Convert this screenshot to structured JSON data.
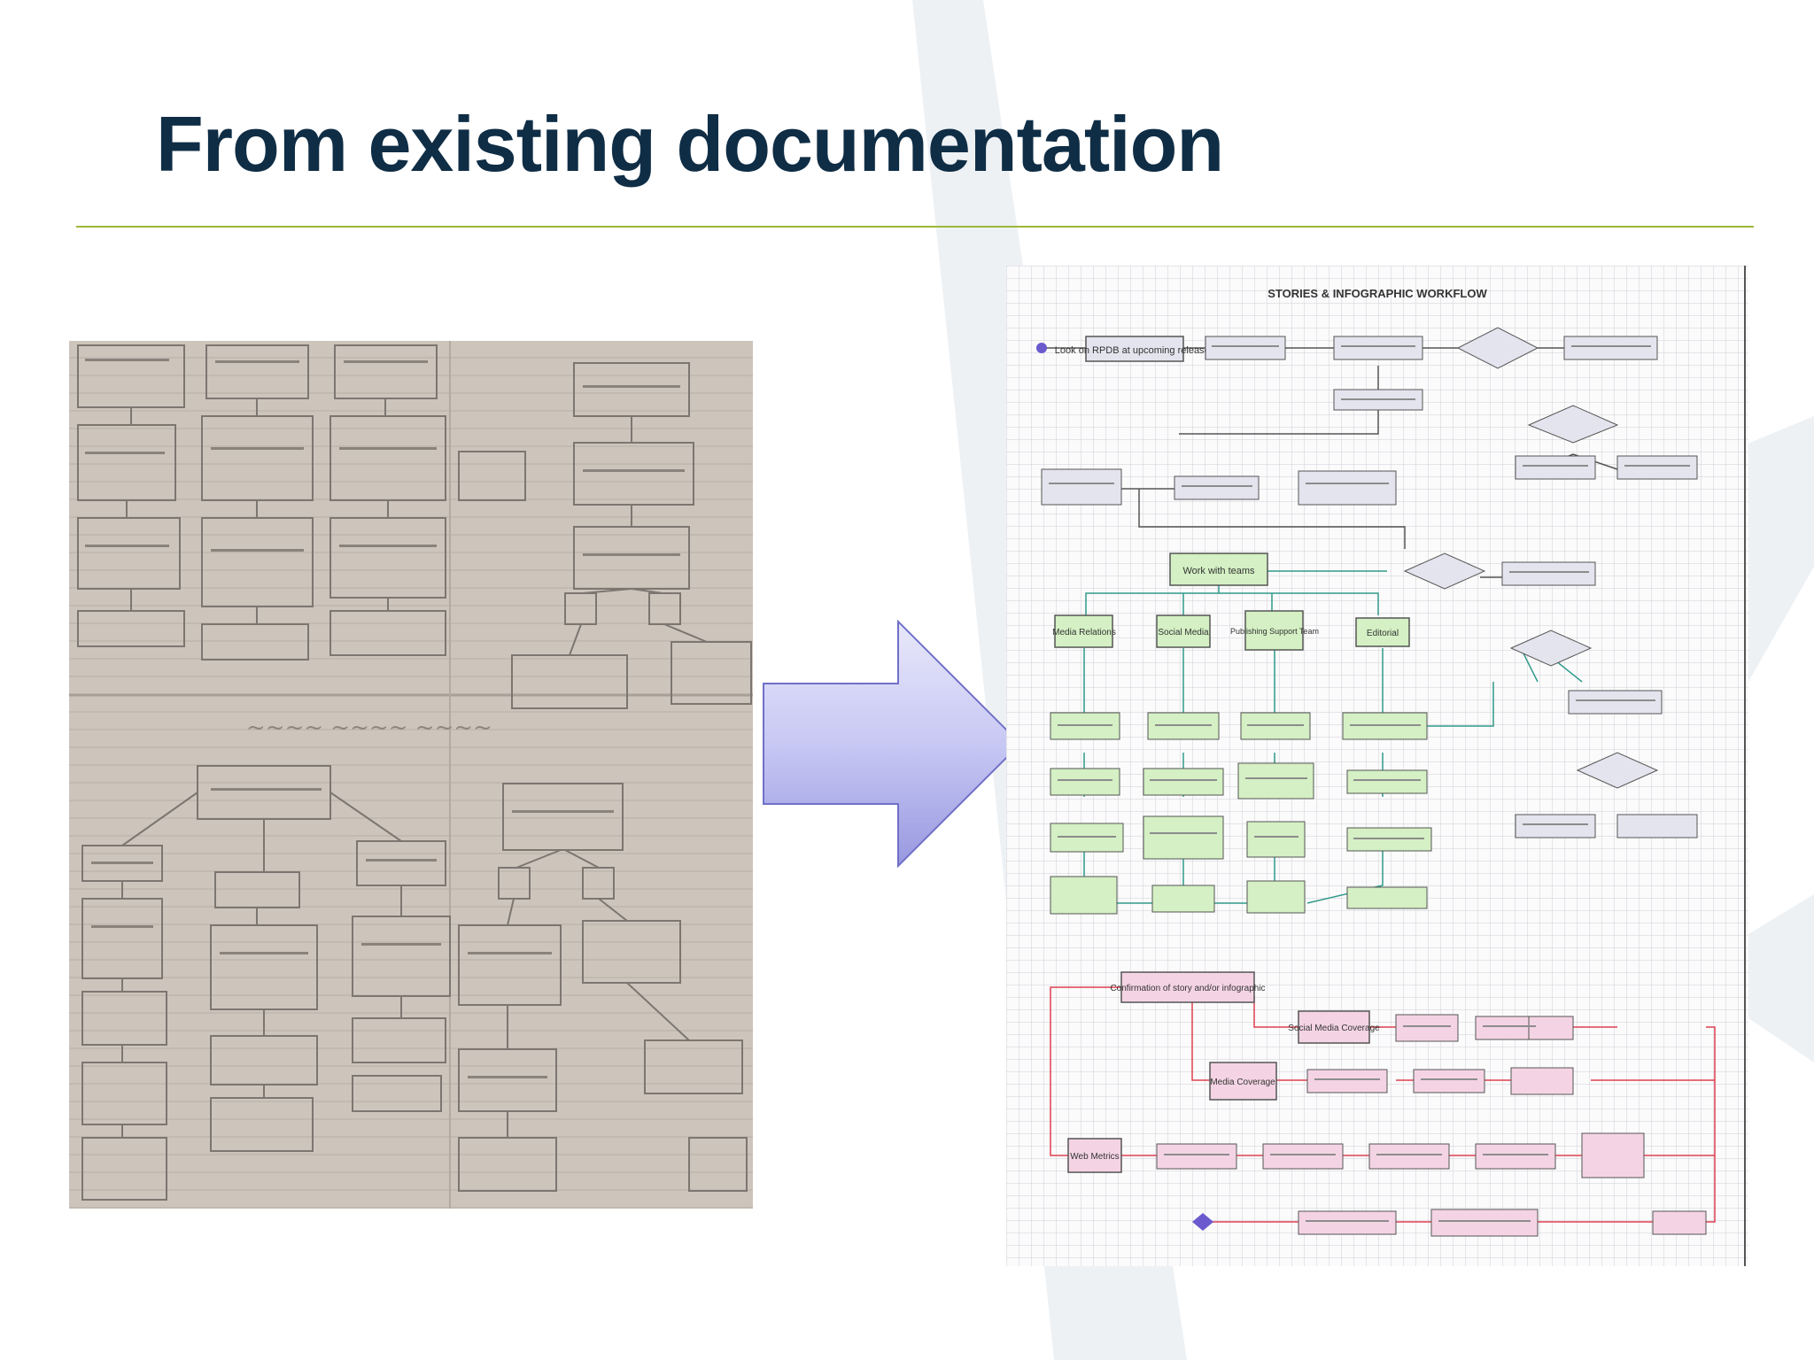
{
  "slide": {
    "title": "From existing documentation",
    "colors": {
      "title": "#0f2d45",
      "rule": "#9db83a",
      "arrow_fill": "#c8c8f4",
      "flow_green": "#d4f0c4",
      "flow_pink": "#f4d4e4",
      "flow_gray": "#e4e4ee"
    }
  },
  "flowchart": {
    "title": "STORIES & INFOGRAPHIC WORKFLOW",
    "boxes": {
      "rpdb": "Look on RPDB at upcoming releases",
      "teams": "Work with teams",
      "media_relations": "Media Relations",
      "social_media": "Social Media",
      "publishing": "Publishing Support Team",
      "editorial": "Editorial",
      "confirmation": "Confirmation of story and/or infographic",
      "social_coverage": "Social Media Coverage",
      "media_coverage": "Media Coverage",
      "web_metrics": "Web Metrics"
    }
  },
  "images": {
    "photo_icon": "handwritten-flowchart-photo",
    "arrow_icon": "right-arrow-icon"
  }
}
